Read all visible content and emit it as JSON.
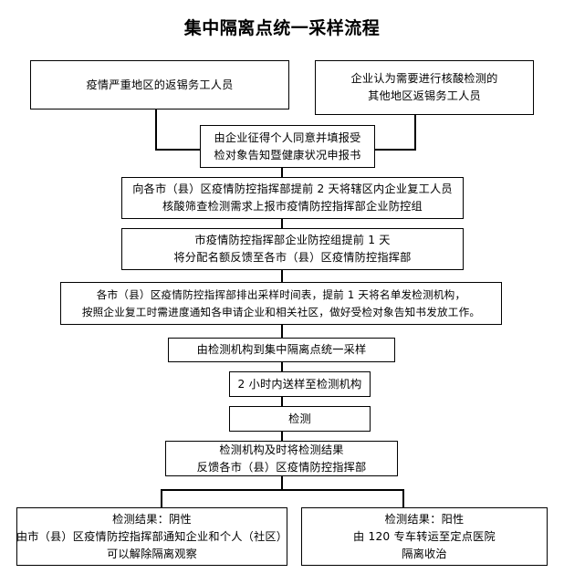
{
  "document": {
    "title": "集中隔离点统一采样流程",
    "type": "flowchart",
    "line_color": "#000000",
    "background": "#ffffff"
  },
  "nodes": {
    "source_left": {
      "id": "source-severe-area-workers",
      "lines": [
        "疫情严重地区的返锡务工人员"
      ]
    },
    "source_right": {
      "id": "source-other-area-workers",
      "lines": [
        "企业认为需要进行核酸检测的",
        "其他地区返锡务工人员"
      ]
    },
    "consent": {
      "id": "enterprise-consent-form",
      "lines": [
        "由企业征得个人同意并填报受",
        "检对象告知暨健康状况申报书"
      ]
    },
    "report_demand": {
      "id": "report-testing-demand",
      "lines": [
        "向各市（县）区疫情防控指挥部提前 2 天将辖区内企业复工人员",
        "核酸筛查检测需求上报市疫情防控指挥部企业防控组"
      ]
    },
    "quota_feedback": {
      "id": "quota-allocation-feedback",
      "lines": [
        "市疫情防控指挥部企业防控组提前 1 天",
        "将分配名额反馈至各市（县）区疫情防控指挥部"
      ]
    },
    "schedule": {
      "id": "sampling-schedule-notice",
      "lines": [
        "各市（县）区疫情防控指挥部排出采样时间表，提前 1 天将名单发检测机构，",
        "按照企业复工时需进度通知各申请企业和相关社区，做好受检对象告知书发放工作。"
      ]
    },
    "sampling": {
      "id": "unified-sampling",
      "lines": [
        "由检测机构到集中隔离点统一采样"
      ]
    },
    "transport": {
      "id": "sample-transport-2h",
      "lines": [
        "2 小时内送样至检测机构"
      ]
    },
    "testing": {
      "id": "testing",
      "lines": [
        "检测"
      ]
    },
    "feedback_result": {
      "id": "result-feedback",
      "lines": [
        "检测机构及时将检测结果",
        "反馈各市（县）区疫情防控指挥部"
      ]
    },
    "result_negative": {
      "id": "result-negative",
      "lines": [
        "检测结果：阴性",
        "由市（县）区疫情防控指挥部通知企业和个人（社区）",
        "可以解除隔离观察"
      ]
    },
    "result_positive": {
      "id": "result-positive",
      "lines": [
        "检测结果：阳性",
        "由 120 专车转运至定点医院",
        "隔离收治"
      ]
    }
  }
}
